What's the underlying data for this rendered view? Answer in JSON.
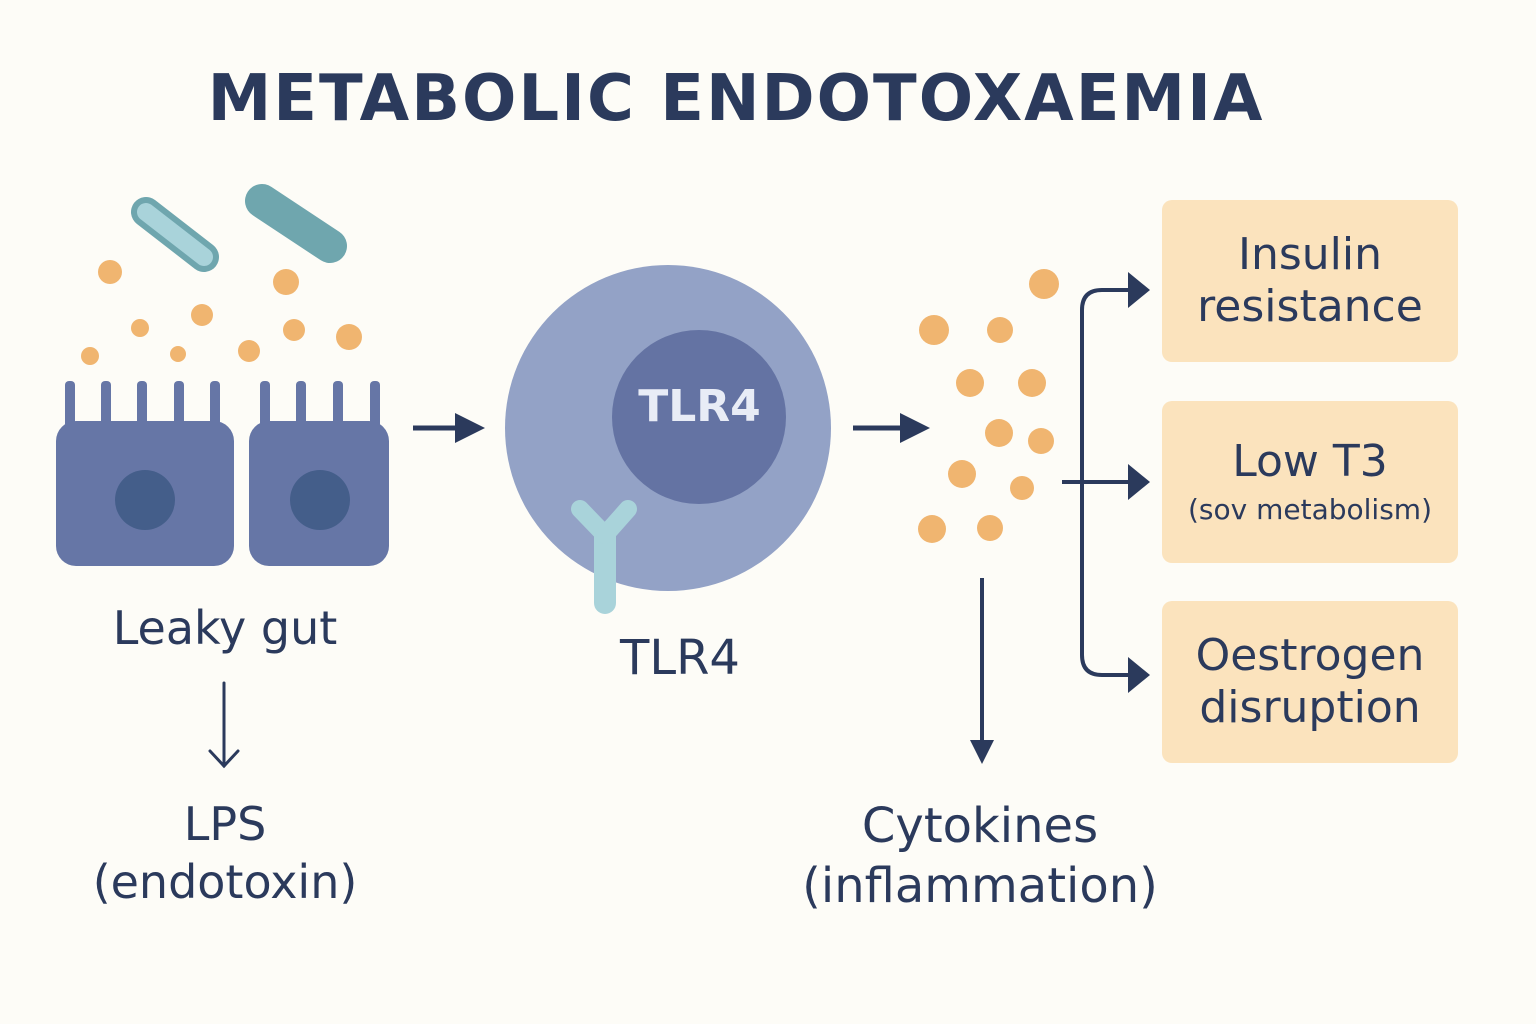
{
  "title": "METABOLIC ENDOTOXAEMIA",
  "nodes": {
    "leaky_gut": "Leaky gut",
    "lps": [
      "LPS",
      "(endotoxin)"
    ],
    "tlr4_cell_label": "TLR4",
    "tlr4_caption": "TLR4",
    "cytokines": [
      "Cytokines",
      "(inflammation)"
    ]
  },
  "outcomes": [
    {
      "lines": [
        "Insulin",
        "resistance"
      ],
      "sub": ""
    },
    {
      "lines": [
        "Low T3"
      ],
      "sub": "(sov metabolism)"
    },
    {
      "lines": [
        "Oestrogen",
        "disruption"
      ],
      "sub": ""
    }
  ],
  "icons": {
    "gut_cells": "epithelial-cells-icon",
    "bacteria": "bacteria-icon",
    "lps_particles": "lps-particles-icon",
    "immune_cell": "immune-cell-icon",
    "receptor": "receptor-icon",
    "cytokine_particles": "cytokine-particles-icon"
  },
  "colors": {
    "background": "#fdfcf7",
    "text": "#2b3a5c",
    "cell_blue": "#6676a6",
    "nucleus": "#445e8a",
    "immune_outer": "#93a2c6",
    "immune_inner": "#6473a3",
    "receptor": "#a9d3da",
    "particle": "#f0b570",
    "bacteria_light": "#a9d3da",
    "bacteria_dark": "#6fa6ae",
    "outcome_box": "#fbe3bd"
  }
}
